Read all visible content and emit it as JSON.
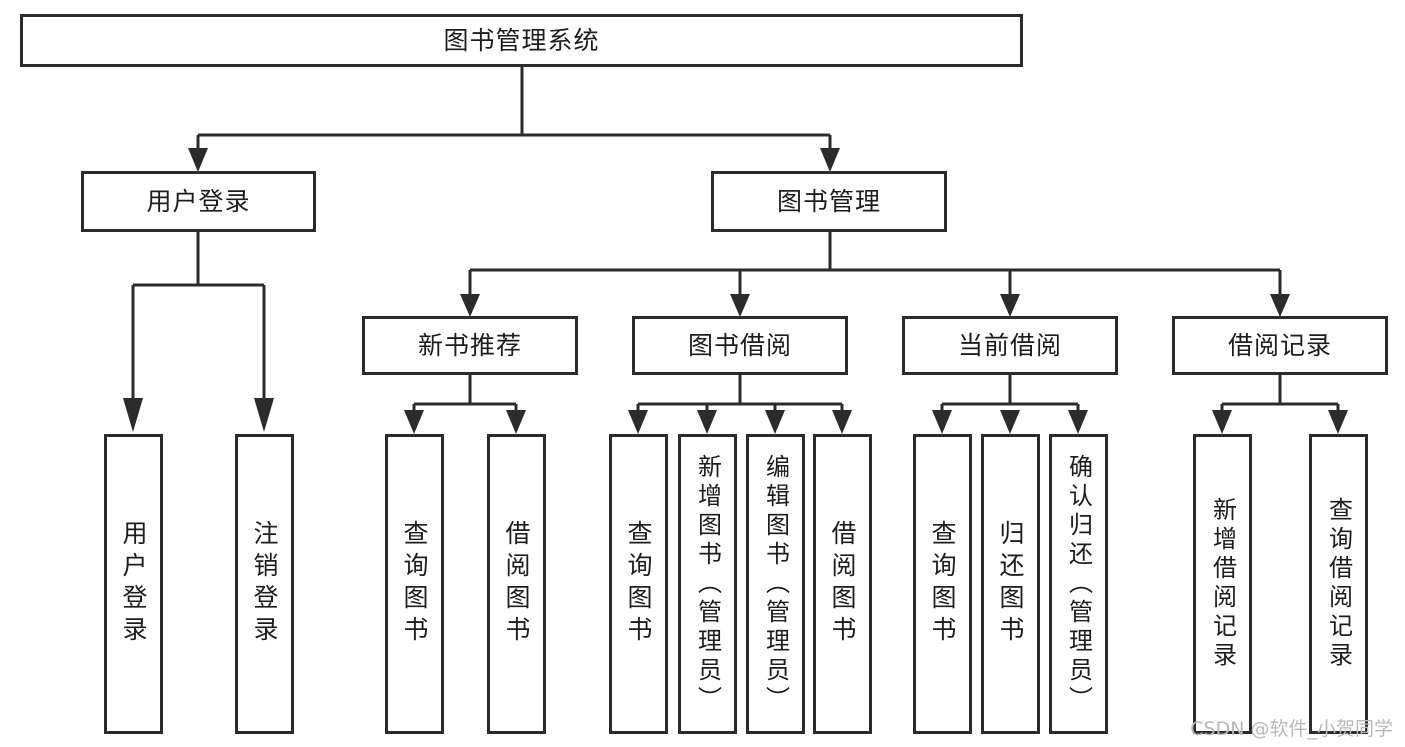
{
  "diagram": {
    "type": "hierarchy-tree",
    "title": "图书管理系统",
    "watermark": "CSDN @软件_小贺同学",
    "colors": {
      "stroke": "#2b2b2b",
      "box_fill": "#ffffff",
      "text": "#1d1d1d",
      "watermark": "#b9b9b9",
      "background": "#ffffff"
    },
    "levels": {
      "root": {
        "label": "图书管理系统"
      },
      "level2": [
        {
          "id": "user-login",
          "label": "用户登录"
        },
        {
          "id": "book-management",
          "label": "图书管理"
        }
      ],
      "level3": [
        {
          "id": "new-book-recommend",
          "label": "新书推荐",
          "parent": "book-management"
        },
        {
          "id": "book-borrow",
          "label": "图书借阅",
          "parent": "book-management"
        },
        {
          "id": "current-borrow",
          "label": "当前借阅",
          "parent": "book-management"
        },
        {
          "id": "borrow-record",
          "label": "借阅记录",
          "parent": "book-management"
        }
      ],
      "leaves": {
        "user-login": [
          {
            "id": "leaf-user-login",
            "label": "用户登录"
          },
          {
            "id": "leaf-logout",
            "label": "注销登录"
          }
        ],
        "new-book-recommend": [
          {
            "id": "leaf-query-book-1",
            "label": "查询图书"
          },
          {
            "id": "leaf-borrow-book-1",
            "label": "借阅图书"
          }
        ],
        "book-borrow": [
          {
            "id": "leaf-query-book-2",
            "label": "查询图书"
          },
          {
            "id": "leaf-add-book",
            "label": "新增图书（管理员）"
          },
          {
            "id": "leaf-edit-book",
            "label": "编辑图书（管理员）"
          },
          {
            "id": "leaf-borrow-book-2",
            "label": "借阅图书"
          }
        ],
        "current-borrow": [
          {
            "id": "leaf-query-book-3",
            "label": "查询图书"
          },
          {
            "id": "leaf-return-book",
            "label": "归还图书"
          },
          {
            "id": "leaf-confirm-return",
            "label": "确认归还（管理员）"
          }
        ],
        "borrow-record": [
          {
            "id": "leaf-add-record",
            "label": "新增借阅记录"
          },
          {
            "id": "leaf-query-record",
            "label": "查询借阅记录"
          }
        ]
      }
    }
  }
}
